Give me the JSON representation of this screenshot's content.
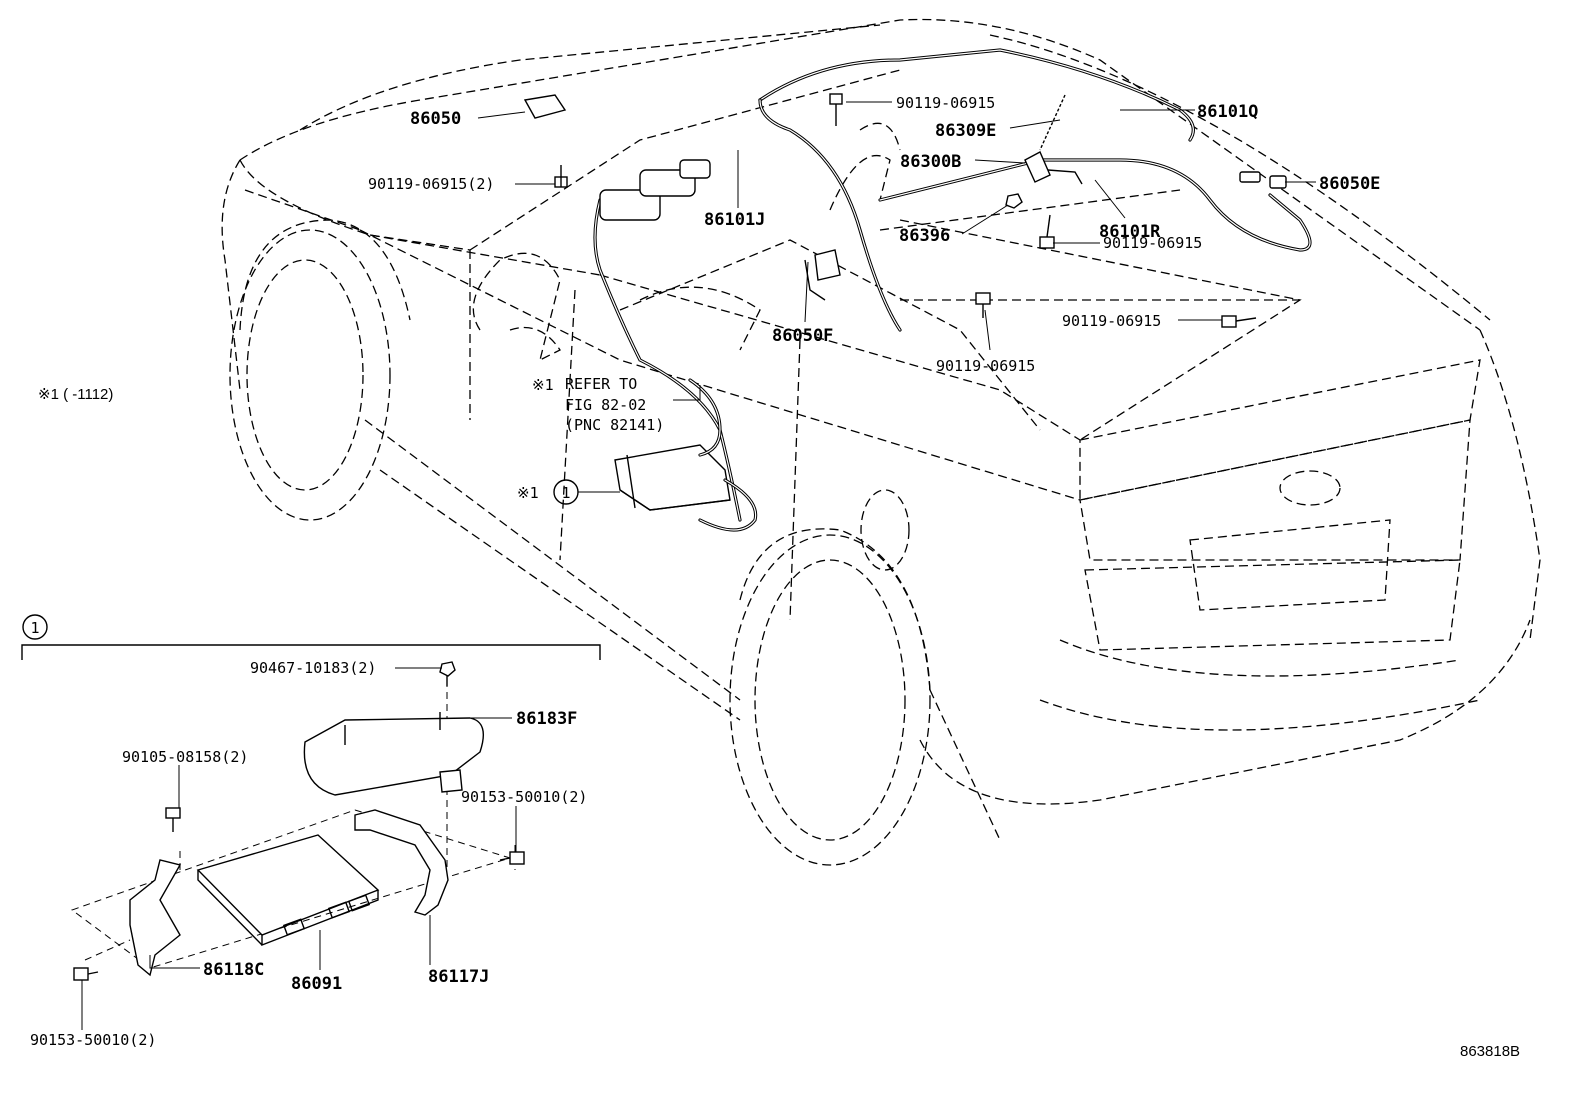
{
  "diagram": {
    "figure_code": "863818B",
    "parts": {
      "p86050": "86050",
      "p90119_left": "90119-06915(2)",
      "p86101J": "86101J",
      "p90119_top": "90119-06915",
      "p86101Q": "86101Q",
      "p86309E": "86309E",
      "p86300B": "86300B",
      "p86050E": "86050E",
      "p86396": "86396",
      "p86101R": "86101R",
      "p90119_mid": "90119-06915",
      "p90119_right": "90119-06915",
      "p86050F": "86050F",
      "p90119_low": "90119-06915",
      "p90467": "90467-10183(2)",
      "p86183F": "86183F",
      "p90105": "90105-08158(2)",
      "p90153_right": "90153-50010(2)",
      "p86118C": "86118C",
      "p86091": "86091",
      "p86117J": "86117J",
      "p90153_bottom": "90153-50010(2)"
    },
    "note_side": "※1 (      -1112)",
    "note_ref": {
      "marker": "※1",
      "line1": "REFER TO",
      "line2": "FIG 82-02",
      "line3": "(PNC 82141)"
    },
    "callout": {
      "marker": "※1",
      "number": "1"
    },
    "detail_callout": "1"
  }
}
